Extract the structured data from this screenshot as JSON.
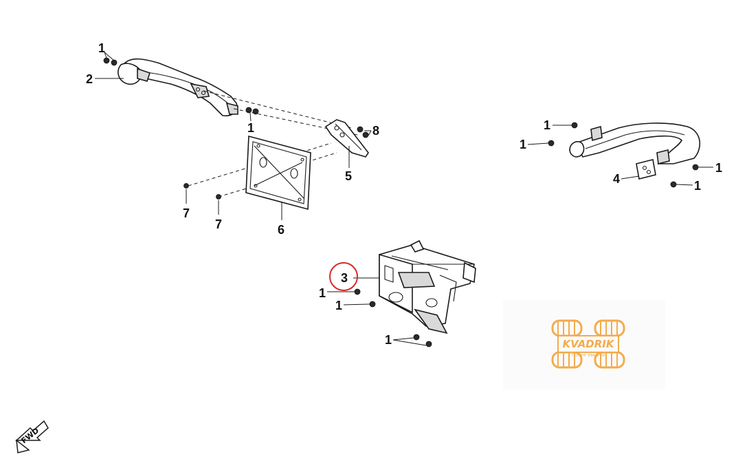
{
  "callouts": {
    "c1_top_left": "1",
    "c2": "2",
    "c1_mid_left": "1",
    "c8": "8",
    "c5": "5",
    "c7_a": "7",
    "c7_b": "7",
    "c6": "6",
    "c1_right_a": "1",
    "c1_right_b": "1",
    "c1_right_c": "1",
    "c4": "4",
    "c1_right_d": "1",
    "c3": "3",
    "c1_bottom_a": "1",
    "c1_bottom_b": "1",
    "c1_bottom_c": "1"
  },
  "logo": {
    "brand": "KVADRIK",
    "tagline": "ТЮНИНГ КВАДРОВ",
    "color": "#f2a33a"
  },
  "fwd_label": "FWD",
  "highlight_color": "#d42a2a"
}
